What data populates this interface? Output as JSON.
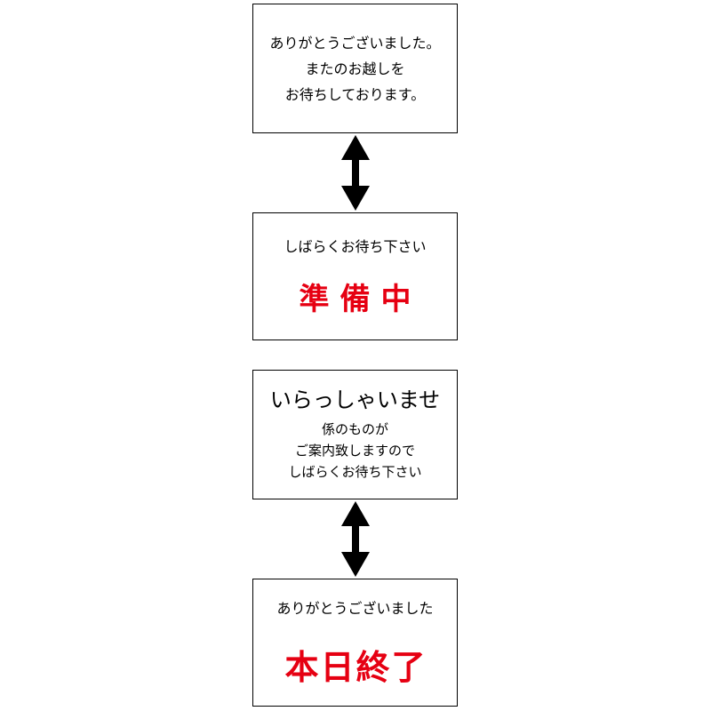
{
  "signs": [
    {
      "lines": [
        "ありがとうございました。",
        "またのお越しを",
        "お待ちしております。"
      ]
    },
    {
      "subtitle": "しばらくお待ち下さい",
      "main": "準備中"
    },
    {
      "heading": "いらっしゃいませ",
      "lines": [
        "係のものが",
        "ご案内致しますので",
        "しばらくお待ち下さい"
      ]
    },
    {
      "subtitle": "ありがとうございました",
      "main": "本日終了"
    }
  ],
  "colors": {
    "accent": "#e60012",
    "border": "#000000"
  },
  "icons": [
    "double-arrow-icon",
    "double-arrow-icon"
  ]
}
